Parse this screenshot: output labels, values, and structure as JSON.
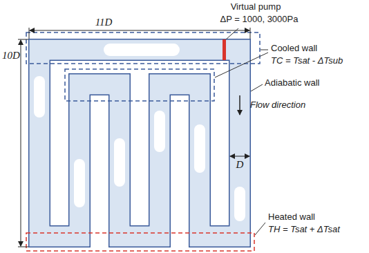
{
  "diagram": {
    "labels": [
      "Virtual pump",
      "ΔP = 1000, 3000Pa",
      "11D",
      "10D",
      "Cooled wall",
      "TC = Tsat - ΔTsub",
      "Adiabatic wall",
      "Flow direction",
      "D",
      "Heated wall",
      "TH = Tsat + ΔTsat"
    ]
  }
}
